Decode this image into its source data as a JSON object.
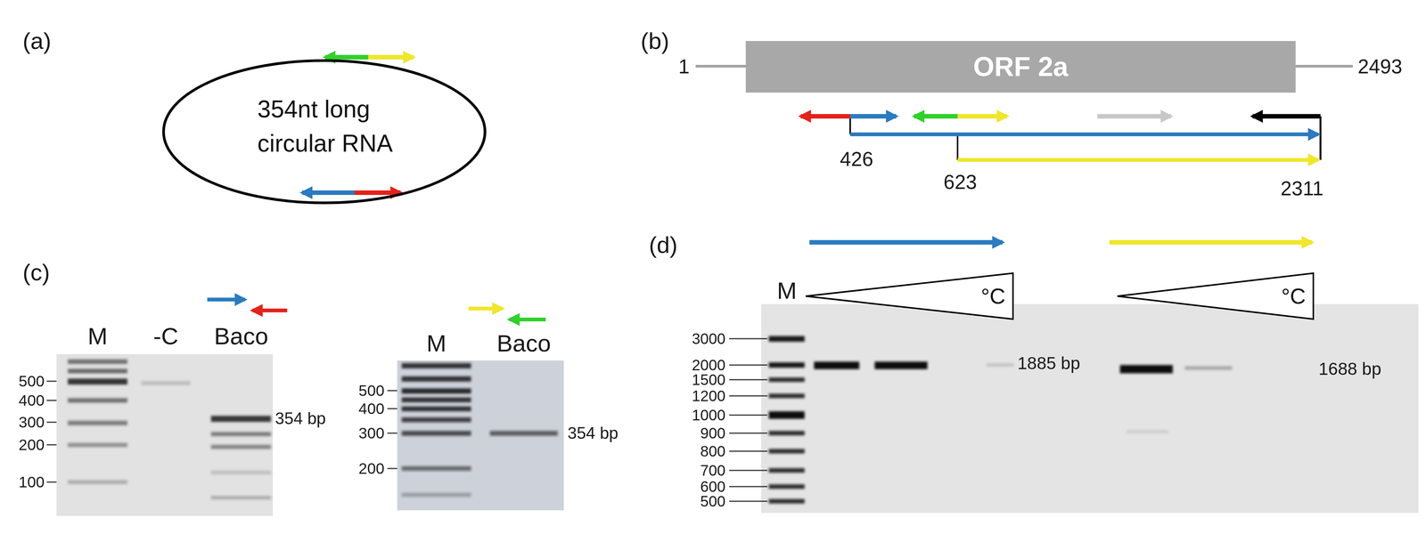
{
  "diagram": {
    "nodes": [
      {
        "text": [
          "354nt long circular RNA"
        ]
      },
      {
        "text": [
          "ORF 2a"
        ]
      },
      {
        "text": [
          "°C"
        ]
      },
      {
        "text": [
          "°C"
        ]
      }
    ],
    "labels": [
      "(a)",
      "(b)",
      "1",
      "2493",
      "426",
      "623",
      "2311",
      "(c)",
      "M",
      "-C",
      "Baco",
      "500",
      "400",
      "300",
      "200",
      "100",
      "354 bp",
      "M",
      "Baco",
      "500",
      "400",
      "300",
      "200",
      "354 bp",
      "(d)",
      "M",
      "3000",
      "2000",
      "1500",
      "1200",
      "1000",
      "900",
      "800",
      "700",
      "600",
      "500",
      "1885 bp",
      "1688 bp"
    ]
  }
}
